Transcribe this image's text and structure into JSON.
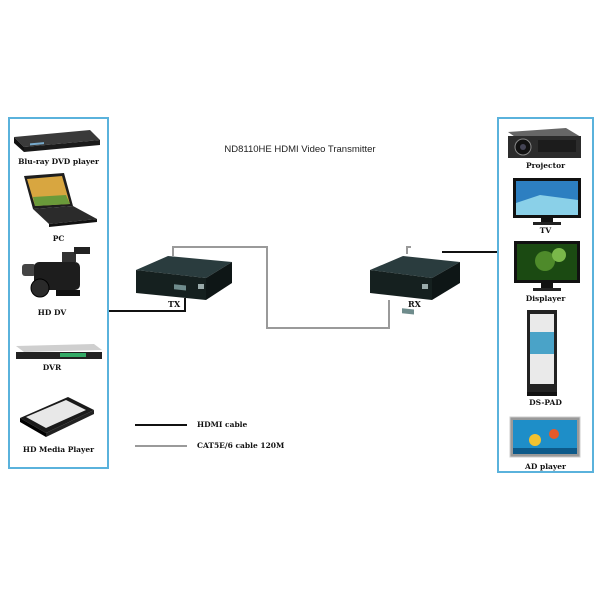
{
  "title": "ND8110HE HDMI Video Transmitter",
  "sources": [
    {
      "label": "Blu-ray DVD player",
      "icon": "bluray-player-icon"
    },
    {
      "label": "PC",
      "icon": "laptop-icon"
    },
    {
      "label": "HD DV",
      "icon": "camcorder-icon"
    },
    {
      "label": "DVR",
      "icon": "dvr-icon"
    },
    {
      "label": "HD Media Player",
      "icon": "media-player-icon"
    }
  ],
  "displays": [
    {
      "label": "Projector",
      "icon": "projector-icon"
    },
    {
      "label": "TV",
      "icon": "tv-icon"
    },
    {
      "label": "Displayer",
      "icon": "monitor-icon"
    },
    {
      "label": "DS-PAD",
      "icon": "kiosk-icon"
    },
    {
      "label": "AD player",
      "icon": "ad-player-icon"
    }
  ],
  "transmitter": {
    "label": "TX"
  },
  "receiver": {
    "label": "RX"
  },
  "legend": {
    "hdmi": "HDMI cable",
    "cat": "CAT5E/6 cable 120M"
  },
  "colors": {
    "panel_border": "#5ab2dc",
    "hdmi_cable": "#111111",
    "cat_cable": "#9a9a9a"
  }
}
